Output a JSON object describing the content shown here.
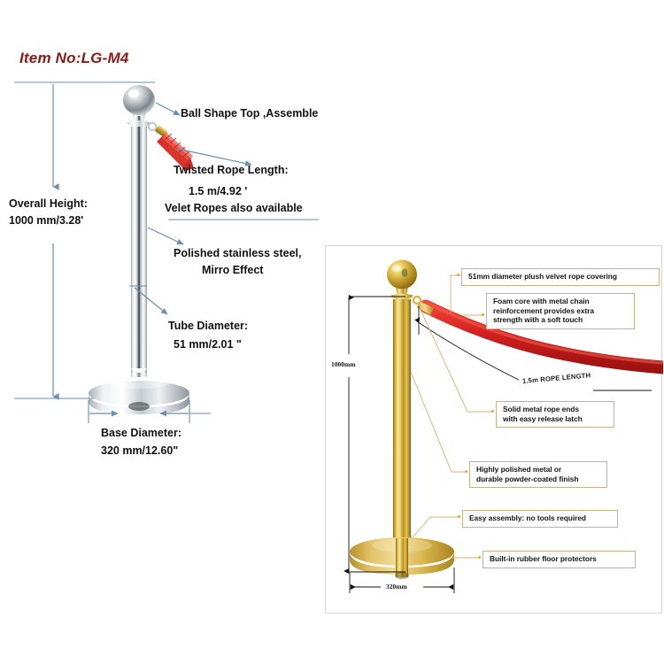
{
  "product": {
    "item_no_label": "Item No:LG-M4"
  },
  "left_diagram": {
    "annotations": [
      {
        "name": "ball-top",
        "text": "Ball Shape Top ,Assemble"
      },
      {
        "name": "rope-length",
        "text": "Twisted Rope Length:"
      },
      {
        "name": "rope-length-value",
        "text": "1.5 m/4.92 '"
      },
      {
        "name": "rope-material",
        "text": "Velet Ropes also available"
      },
      {
        "name": "finish",
        "text": "Polished stainless steel,"
      },
      {
        "name": "finish-2",
        "text": "Mirro Effect"
      },
      {
        "name": "tube-diameter",
        "text": "Tube Diameter:"
      },
      {
        "name": "tube-diameter-value",
        "text": "51 mm/2.01 \""
      }
    ],
    "overall_height_label": "Overall Height:",
    "overall_height_value": "1000 mm/3.28'",
    "base_diameter_label": "Base Diameter:",
    "base_diameter_value": "320 mm/12.60\""
  },
  "right_panel": {
    "callouts": [
      {
        "name": "rope-covering",
        "text": "51mm diameter plush velvet rope covering"
      },
      {
        "name": "foam-core",
        "text": "Foam core with metal chain\nreinforcement provides extra\nstrength with a soft touch"
      },
      {
        "name": "rope-ends",
        "text": "Solid metal rope ends\nwith easy release latch"
      },
      {
        "name": "finish",
        "text": "Highly polished metal or\ndurable powder-coated finish"
      },
      {
        "name": "assembly",
        "text": "Easy assembly: no tools required"
      },
      {
        "name": "floor-protectors",
        "text": "Built-in rubber floor protectors"
      }
    ],
    "rope_length_label": "1.5m ROPE LENGTH",
    "height_dim": "1000mm",
    "base_dim": "320mm"
  },
  "colors": {
    "item_no": "#8c1a17",
    "leader_blue": "#6b8fae",
    "callout_border": "#c9b086",
    "callout_dot": "#e8a33d",
    "rope_red": "#d32229",
    "gold": "#c9a227",
    "chrome": "#c8ccd0",
    "panel_border": "#d5d5d5"
  }
}
